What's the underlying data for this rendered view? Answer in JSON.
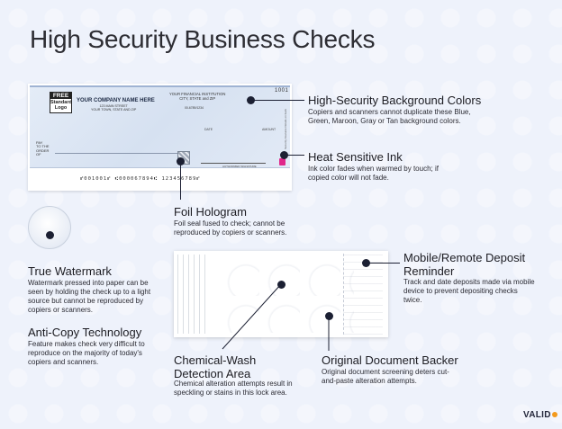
{
  "page": {
    "title": "High Security Business Checks",
    "brand": "VALID"
  },
  "check_front": {
    "logo_free": "FREE",
    "logo_lines": [
      "Standard",
      "Logo"
    ],
    "company_name": "YOUR COMPANY NAME HERE",
    "company_address": [
      "123 MAIN STREET",
      "YOUR TOWN, STATE AND ZIP"
    ],
    "bank_name": "YOUR FINANCIAL INSTITUTION",
    "bank_address": "CITY, STATE and ZIP",
    "routing_fraction": "00-6789/1234",
    "check_number": "1001",
    "date_label": "DATE",
    "amount_label": "AMOUNT",
    "pay_lines": [
      "PAY",
      "TO THE",
      "ORDER",
      "OF"
    ],
    "signature_label": "AUTHORIZED SIGNATURE",
    "side_text": "Security Features Details on back",
    "micr_line": "⑈001001⑈ ⑆000067894⑆ 123456789⑈"
  },
  "callouts": {
    "background_colors": {
      "title": "High-Security Background Colors",
      "body": [
        "Copiers and scanners cannot duplicate these Blue,",
        "Green, Maroon, Gray or Tan background colors."
      ]
    },
    "heat_ink": {
      "title": "Heat Sensitive Ink",
      "body": [
        "Ink color fades when warmed by touch; if",
        "copied color will not fade."
      ]
    },
    "foil_hologram": {
      "title": "Foil Hologram",
      "body": [
        "Foil seal fused to check; cannot be",
        "reproduced by copiers or scanners."
      ]
    },
    "true_watermark": {
      "title": "True Watermark",
      "body": [
        "Watermark pressed into paper can be",
        "seen by holding the check up to a light",
        "source but cannot be reproduced by",
        "copiers or scanners."
      ]
    },
    "anti_copy": {
      "title": "Anti-Copy Technology",
      "body": [
        "Feature makes check very difficult to",
        "reproduce on the majority of today's",
        "copiers and scanners."
      ]
    },
    "mobile_deposit": {
      "title": [
        "Mobile/Remote Deposit",
        "Reminder"
      ],
      "body": [
        "Track and date deposits made via mobile",
        "device to prevent depositing checks",
        "twice."
      ]
    },
    "chemical_wash": {
      "title": [
        "Chemical-Wash",
        "Detection Area"
      ],
      "body": [
        "Chemical alteration attempts result in",
        "speckling or stains in this lock area."
      ]
    },
    "document_backer": {
      "title": "Original Document Backer",
      "body": [
        "Original document screening deters cut-",
        "and-paste alteration attempts."
      ]
    }
  },
  "colors": {
    "background": "#eef2fb",
    "accent_dot": "#1c2033",
    "heat_ink": "#e0288a",
    "brand_dot": "#f39a1d"
  }
}
